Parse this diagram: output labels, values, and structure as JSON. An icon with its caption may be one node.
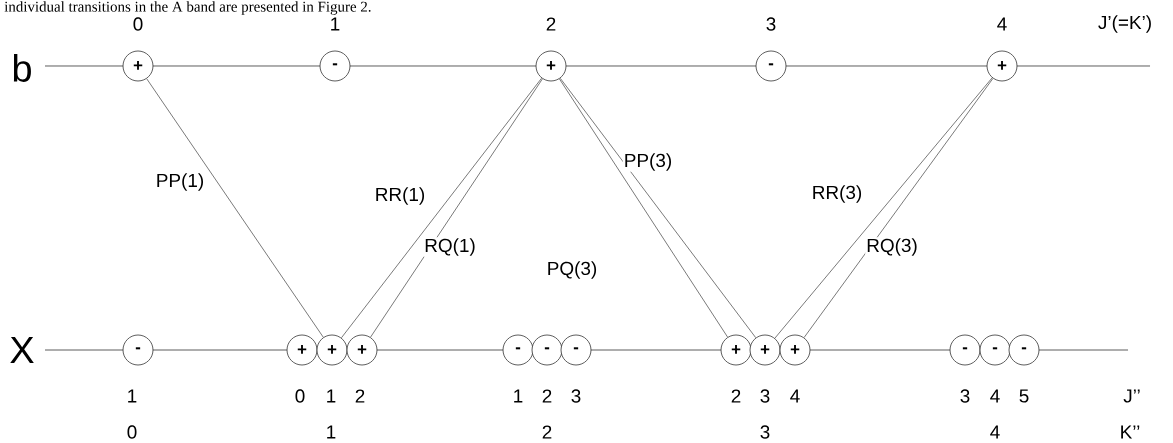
{
  "diagram": {
    "nodes": [
      {
        "text": [
          "+"
        ]
      },
      {
        "text": [
          "-"
        ]
      },
      {
        "text": [
          "+"
        ]
      },
      {
        "text": [
          "-"
        ]
      },
      {
        "text": [
          "+"
        ]
      },
      {
        "text": [
          "-"
        ]
      },
      {
        "text": [
          "+"
        ]
      },
      {
        "text": [
          "+"
        ]
      },
      {
        "text": [
          "+"
        ]
      },
      {
        "text": [
          "-"
        ]
      },
      {
        "text": [
          "-"
        ]
      },
      {
        "text": [
          "-"
        ]
      },
      {
        "text": [
          "+"
        ]
      },
      {
        "text": [
          "+"
        ]
      },
      {
        "text": [
          "+"
        ]
      },
      {
        "text": [
          "-"
        ]
      },
      {
        "text": [
          "-"
        ]
      },
      {
        "text": [
          "-"
        ]
      }
    ],
    "edges": [
      {
        "from": 0,
        "to": 7,
        "arrow": "none",
        "label": "PP(1)"
      },
      {
        "from": 2,
        "to": 7,
        "arrow": "none",
        "label": "RR(1)"
      },
      {
        "from": 2,
        "to": 8,
        "arrow": "none",
        "label": "RQ(1)"
      },
      {
        "from": 2,
        "to": 13,
        "arrow": "none",
        "label": "PP(3)"
      },
      {
        "from": 2,
        "to": 12,
        "arrow": "none",
        "label": "PQ(3)"
      },
      {
        "from": 4,
        "to": 13,
        "arrow": "none",
        "label": "RR(3)"
      },
      {
        "from": 4,
        "to": 14,
        "arrow": "none",
        "label": "RQ(3)"
      }
    ],
    "labels": [
      "individual transitions in the A band are presented in Figure 2.",
      "0",
      "1",
      "2",
      "3",
      "4",
      "J’(=K’)",
      "b",
      "X",
      "1",
      "0",
      "1",
      "2",
      "1",
      "2",
      "3",
      "2",
      "3",
      "4",
      "3",
      "4",
      "5",
      "J’’",
      "0",
      "1",
      "2",
      "3",
      "4",
      "K’’"
    ]
  }
}
